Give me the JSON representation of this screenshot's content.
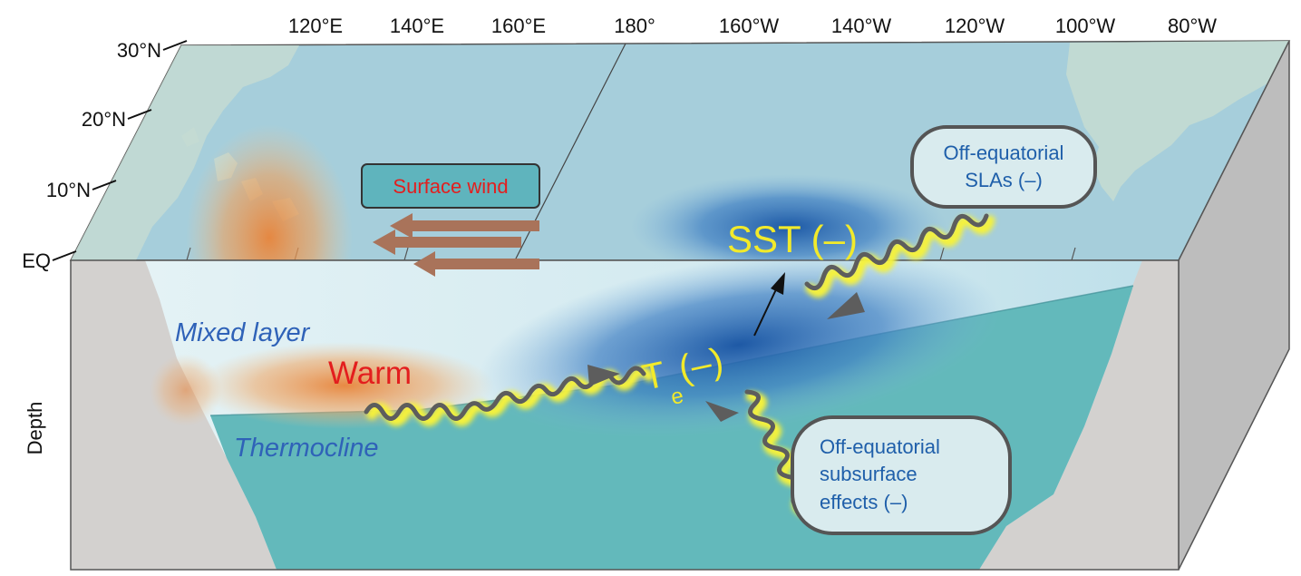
{
  "axes": {
    "longitude_ticks": [
      "120°E",
      "140°E",
      "160°E",
      "180°",
      "160°W",
      "140°W",
      "120°W",
      "100°W",
      "80°W"
    ],
    "latitude_ticks": [
      "30°N",
      "20°N",
      "10°N",
      "EQ"
    ],
    "depth_label": "Depth"
  },
  "labels": {
    "surface_wind": "Surface wind",
    "mixed_layer": "Mixed layer",
    "thermocline": "Thermocline",
    "warm": "Warm",
    "sst": "SST (–)",
    "te_main": "T",
    "te_sub": "e",
    "te_suffix": " (–)"
  },
  "callouts": {
    "slas": {
      "line1": "Off-equatorial",
      "line2": "SLAs (–)"
    },
    "subsurface": {
      "line1": "Off-equatorial",
      "line2": "subsurface",
      "line3": "effects (–)"
    }
  },
  "colors": {
    "ocean_top": "#a6cedb",
    "land": "#c8ddd4",
    "mixed_layer": "#d8eef2",
    "thermocline_water": "#63b9bb",
    "block_side": "#bdbdbd",
    "block_front": "#d3d1cf",
    "warm_anomaly": "#e8843a",
    "cold_anomaly": "#1f5faa",
    "wind_arrow": "#a9735a",
    "wave_arrow": "#5d5d5d",
    "wave_glow": "#f6f23a",
    "label_blue": "#2f62b8",
    "label_red": "#e31e1e",
    "label_yellow": "#f2ea2a",
    "callout_text": "#1f5faa"
  }
}
